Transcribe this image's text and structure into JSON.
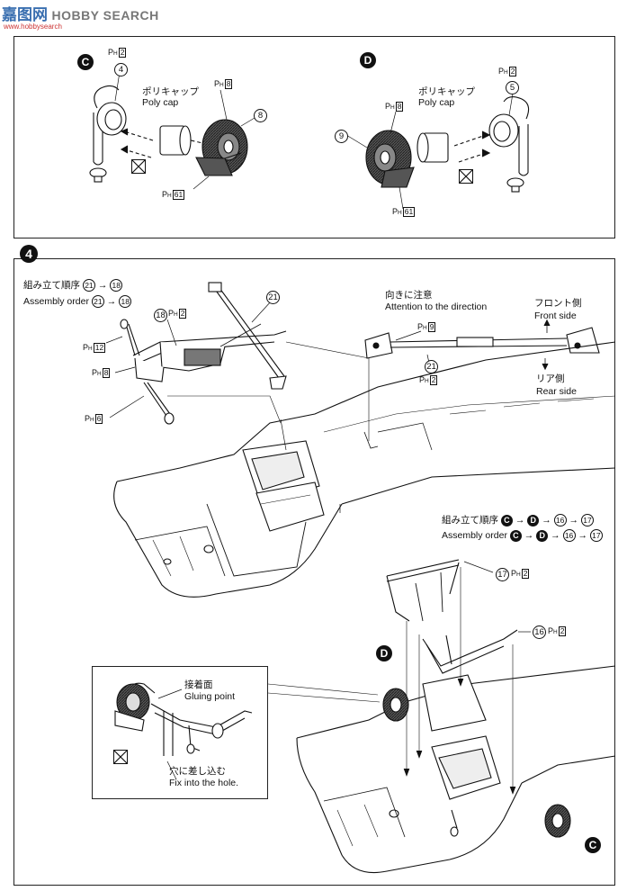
{
  "watermark": {
    "logo_text": "嘉图网",
    "brand": "HOBBY SEARCH",
    "url": "www.hobbysearch"
  },
  "panel_c": {
    "badge": "C",
    "part_number": "4",
    "part_code": "2",
    "poly_cap_jp": "ポリキャップ",
    "poly_cap_en": "Poly cap",
    "wheel_part": "8",
    "wheel_code": "8",
    "bottom_code": "61"
  },
  "panel_d": {
    "badge": "D",
    "part_number": "5",
    "part_code": "2",
    "poly_cap_jp": "ポリキャップ",
    "poly_cap_en": "Poly cap",
    "wheel_part": "9",
    "wheel_code": "8",
    "bottom_code": "61"
  },
  "step4": {
    "step_number": "4",
    "order1_jp_label": "組み立て順序",
    "order1_en_label": "Assembly order",
    "order1_from": "21",
    "order1_to": "18",
    "arrow": "→",
    "part21": "21",
    "part18": "18",
    "part18_code": "2",
    "ph12": "12",
    "ph8": "8",
    "ph6": "6",
    "direction_jp": "向きに注意",
    "direction_en": "Attention to the direction",
    "front_jp": "フロント側",
    "front_en": "Front side",
    "rear_jp": "リア側",
    "rear_en": "Rear side",
    "ph9": "9",
    "dir_part": "21",
    "dir_part_code": "2",
    "order2_jp_label": "組み立て順序",
    "order2_en_label": "Assembly order",
    "order2_c": "C",
    "order2_d": "D",
    "order2_16": "16",
    "order2_17": "17",
    "part17": "17",
    "part17_code": "2",
    "part16": "16",
    "part16_code": "2",
    "badge_d": "D",
    "badge_c": "C",
    "glue_jp": "接着面",
    "glue_en": "Gluing point",
    "hole_jp": "穴に差し込む",
    "hole_en": "Fix into the hole."
  }
}
